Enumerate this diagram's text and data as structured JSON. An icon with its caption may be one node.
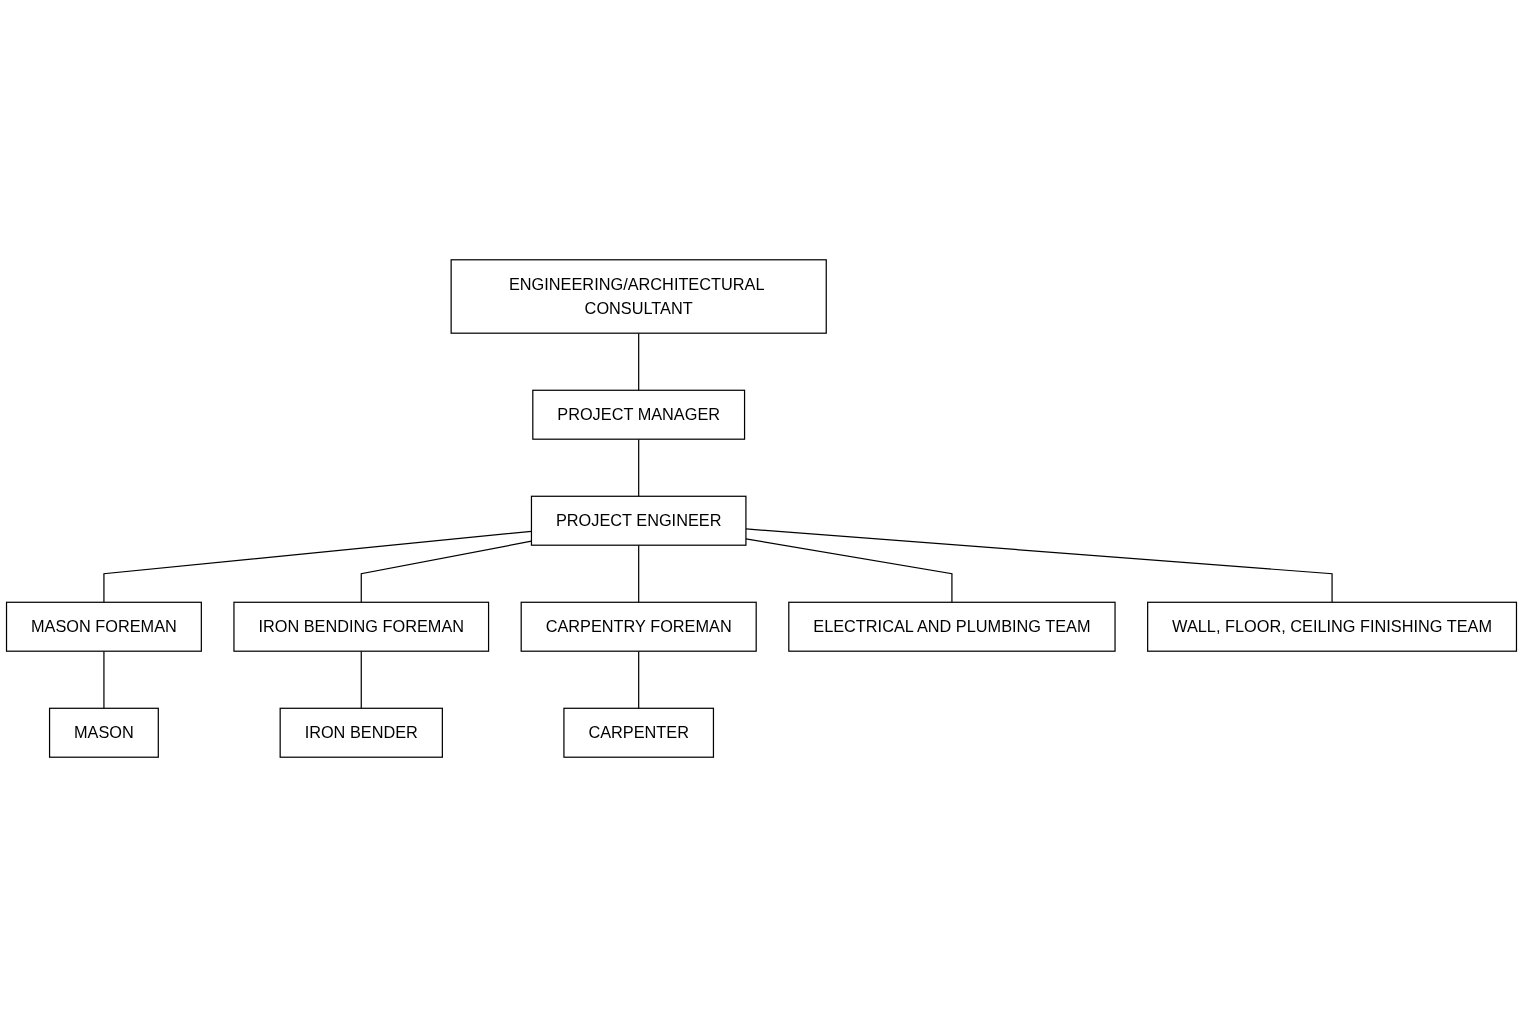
{
  "diagram": {
    "nodes": [
      {
        "text": [
          "ENGINEERING/ARCHITECTURAL CONSULTANT"
        ]
      },
      {
        "text": [
          "PROJECT MANAGER"
        ]
      },
      {
        "text": [
          "PROJECT ENGINEER"
        ]
      },
      {
        "text": [
          "MASON FOREMAN"
        ]
      },
      {
        "text": [
          "IRON BENDING FOREMAN"
        ]
      },
      {
        "text": [
          "CARPENTRY FOREMAN"
        ]
      },
      {
        "text": [
          "MASON"
        ]
      },
      {
        "text": [
          "IRON BENDER"
        ]
      },
      {
        "text": [
          "CARPENTER"
        ]
      },
      {
        "text": [
          "ELECTRICAL AND PLUMBING TEAM"
        ]
      },
      {
        "text": [
          "WALL, FLOOR, CEILING FINISHING TEAM"
        ]
      }
    ],
    "edges": [
      {
        "from": 0,
        "to": 1,
        "arrow": "none"
      },
      {
        "from": 1,
        "to": 2,
        "arrow": "none"
      },
      {
        "from": 2,
        "to": 3,
        "arrow": "none"
      },
      {
        "from": 2,
        "to": 4,
        "arrow": "none"
      },
      {
        "from": 2,
        "to": 5,
        "arrow": "none"
      },
      {
        "from": 3,
        "to": 6,
        "arrow": "none"
      },
      {
        "from": 4,
        "to": 7,
        "arrow": "none"
      },
      {
        "from": 5,
        "to": 8,
        "arrow": "none"
      },
      {
        "from": 2,
        "to": 9,
        "arrow": "none"
      },
      {
        "from": 2,
        "to": 10,
        "arrow": "none"
      }
    ]
  }
}
